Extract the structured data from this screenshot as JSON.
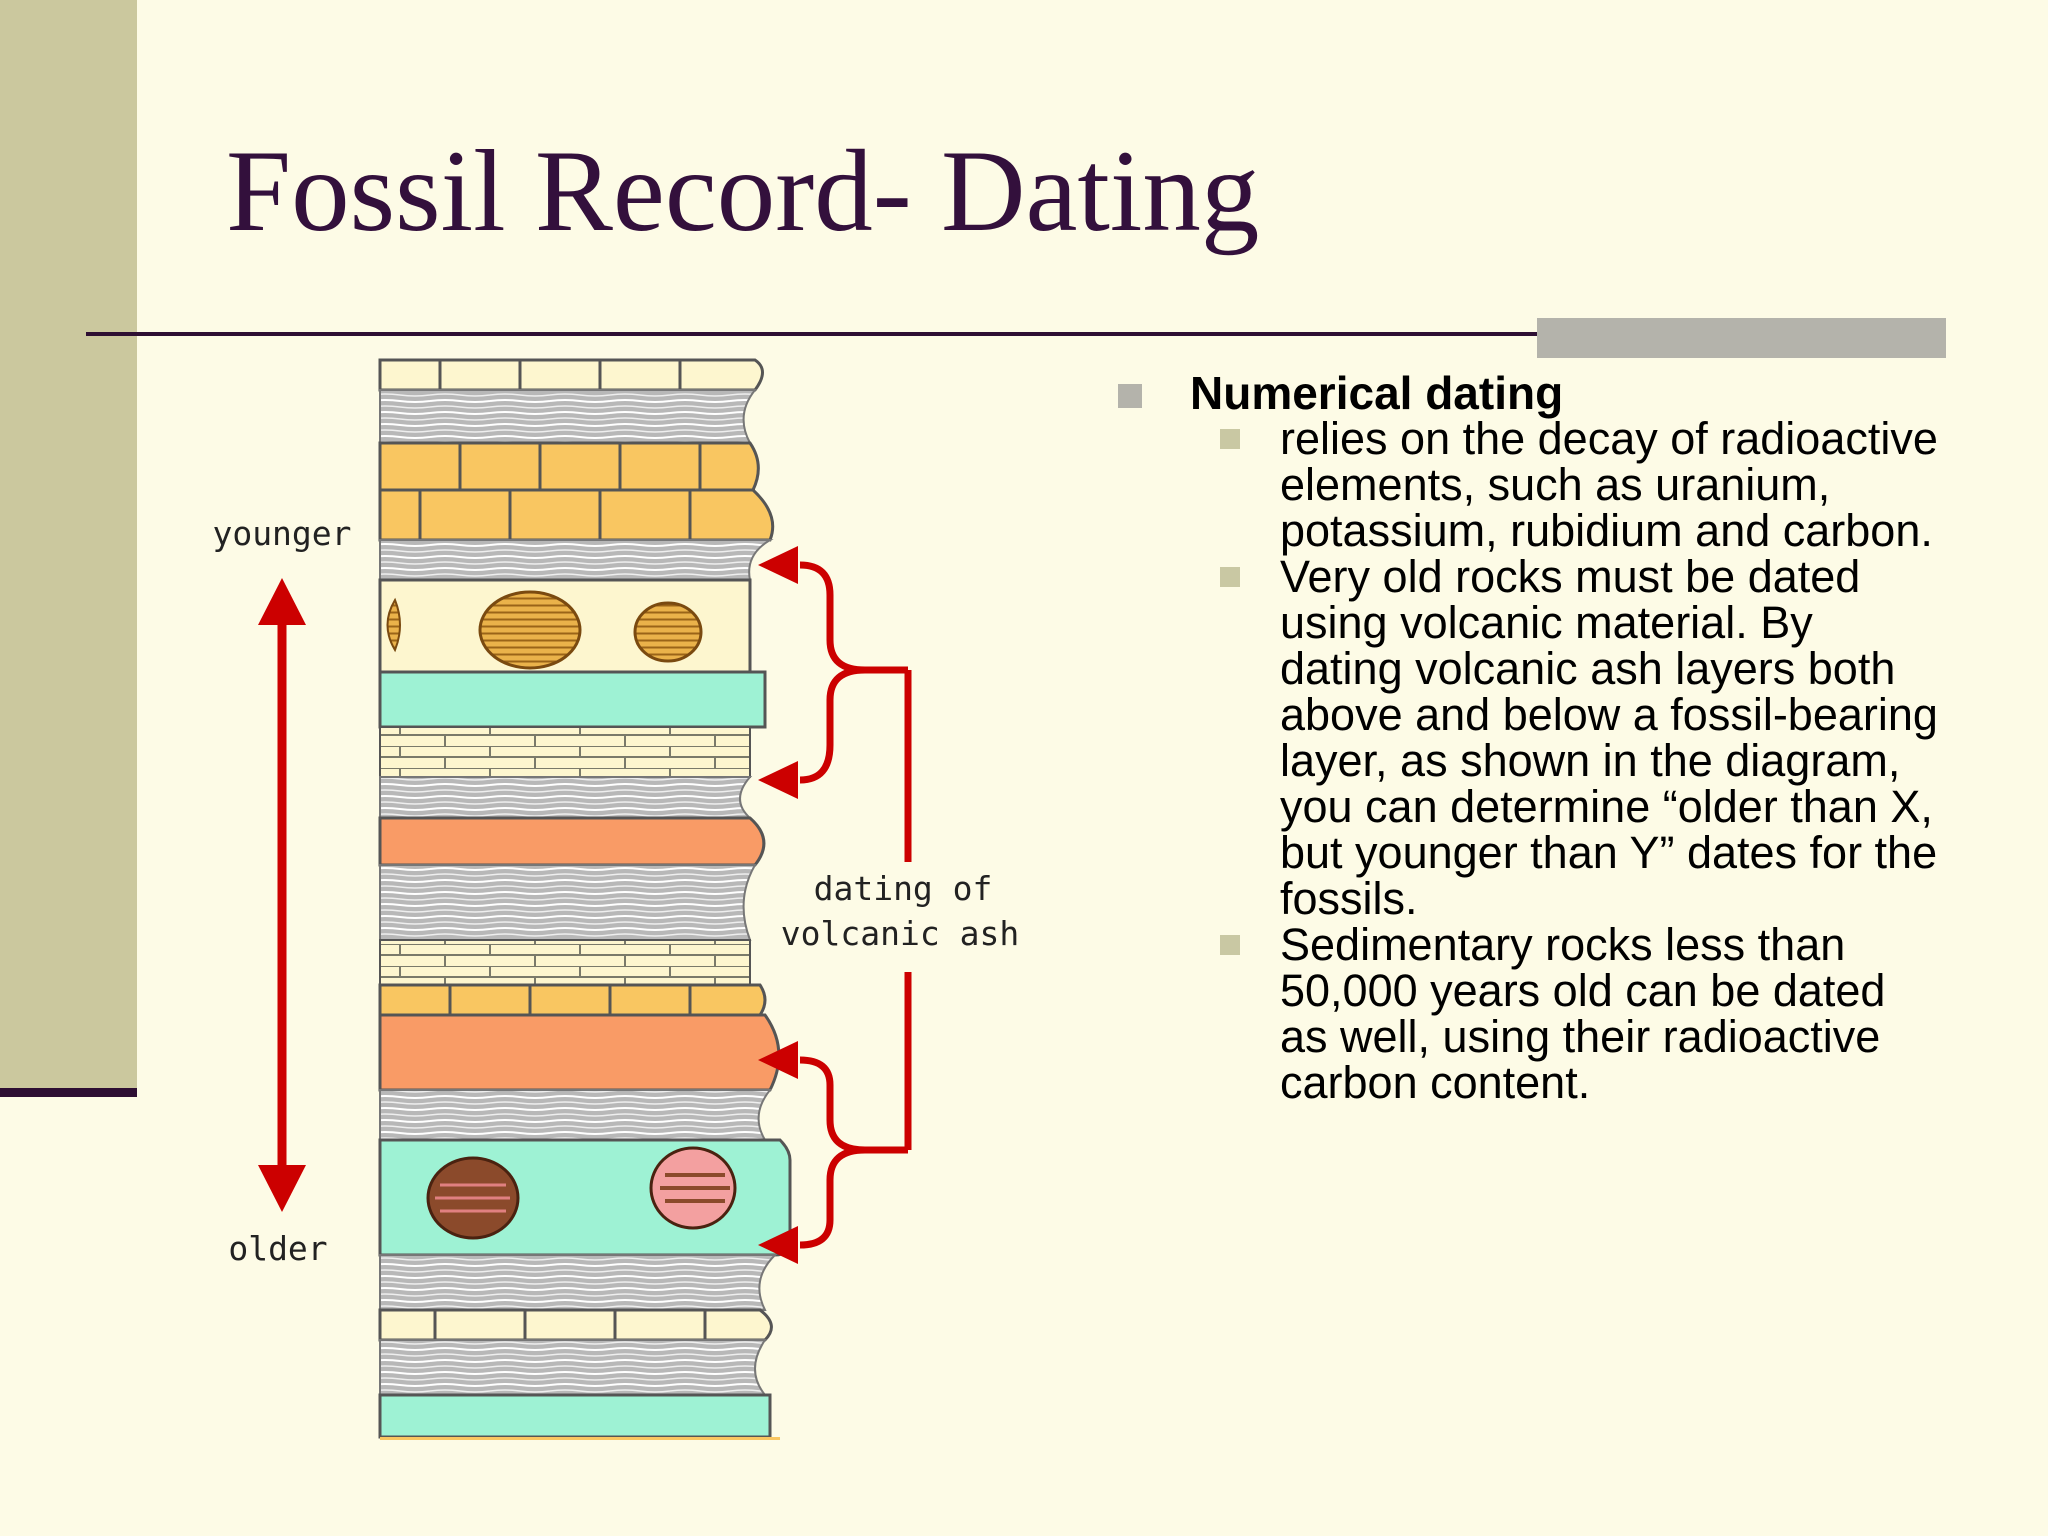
{
  "title": "Fossil Record- Dating",
  "diagram": {
    "label_younger": "younger",
    "label_older": "older",
    "label_ash_line1": "dating of",
    "label_ash_line2": "volcanic ash"
  },
  "bullets": {
    "main": "Numerical dating",
    "subs": [
      "relies on the decay of radioactive elements, such as uranium, potassium, rubidium and carbon.",
      "Very old rocks must be dated using volcanic material. By dating volcanic ash layers both above and below a fossil-bearing layer, as shown in the diagram, you can determine “older than X, but younger than Y” dates for the fossils.",
      "Sedimentary rocks less than 50,000 years old can be dated as well, using their radioactive carbon content."
    ]
  },
  "colors": {
    "background": "#fdfbe6",
    "left_band": "#cbc89e",
    "title": "#33103c",
    "rule": "#2e0f33",
    "accent_bar": "#b4b3ab",
    "arrow_red": "#cc0000",
    "rock_yellow": "#f9c661",
    "rock_cream": "#fdf6cf",
    "rock_ash_teal": "#9ef2d4",
    "rock_orange": "#f99b66",
    "rock_shale": "#a3a3a3"
  }
}
